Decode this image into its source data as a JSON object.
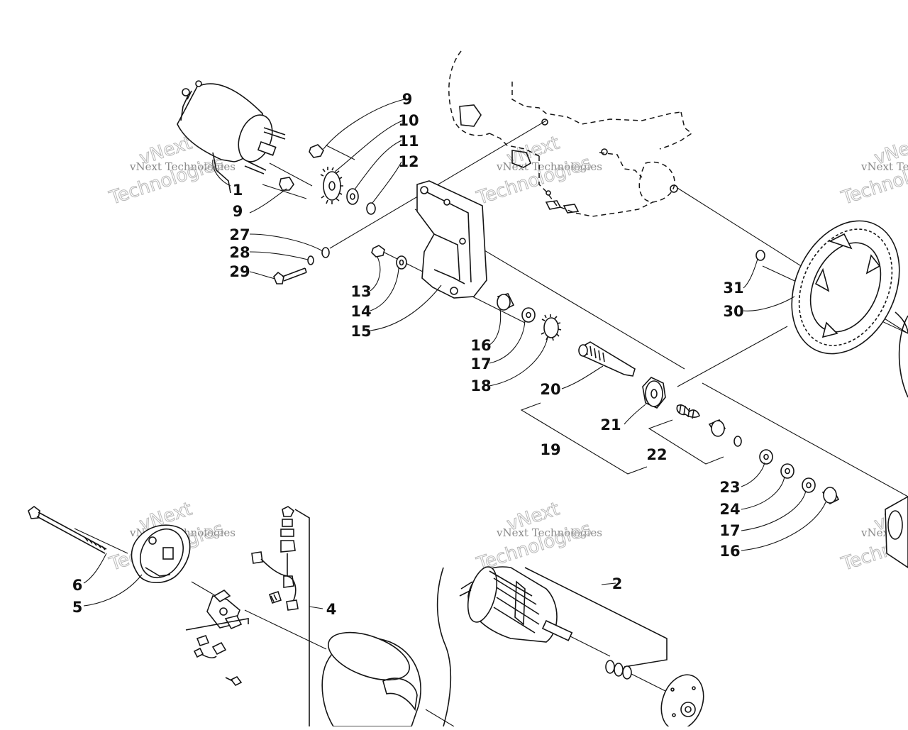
{
  "watermark": {
    "line1": "vNext Technologies",
    "line2": "vNext",
    "line3": "Technologies"
  },
  "callouts": [
    {
      "id": "c1",
      "label": "1"
    },
    {
      "id": "c9a",
      "label": "9"
    },
    {
      "id": "c9b",
      "label": "9"
    },
    {
      "id": "c10",
      "label": "10"
    },
    {
      "id": "c11",
      "label": "11"
    },
    {
      "id": "c12",
      "label": "12"
    },
    {
      "id": "c27",
      "label": "27"
    },
    {
      "id": "c28",
      "label": "28"
    },
    {
      "id": "c29",
      "label": "29"
    },
    {
      "id": "c13",
      "label": "13"
    },
    {
      "id": "c14",
      "label": "14"
    },
    {
      "id": "c15",
      "label": "15"
    },
    {
      "id": "c16a",
      "label": "16"
    },
    {
      "id": "c17a",
      "label": "17"
    },
    {
      "id": "c18",
      "label": "18"
    },
    {
      "id": "c20",
      "label": "20"
    },
    {
      "id": "c21",
      "label": "21"
    },
    {
      "id": "c19",
      "label": "19"
    },
    {
      "id": "c22",
      "label": "22"
    },
    {
      "id": "c23",
      "label": "23"
    },
    {
      "id": "c24",
      "label": "24"
    },
    {
      "id": "c17b",
      "label": "17"
    },
    {
      "id": "c16b",
      "label": "16"
    },
    {
      "id": "c31",
      "label": "31"
    },
    {
      "id": "c30",
      "label": "30"
    },
    {
      "id": "c6",
      "label": "6"
    },
    {
      "id": "c5",
      "label": "5"
    },
    {
      "id": "c4",
      "label": "4"
    },
    {
      "id": "c2",
      "label": "2"
    }
  ]
}
